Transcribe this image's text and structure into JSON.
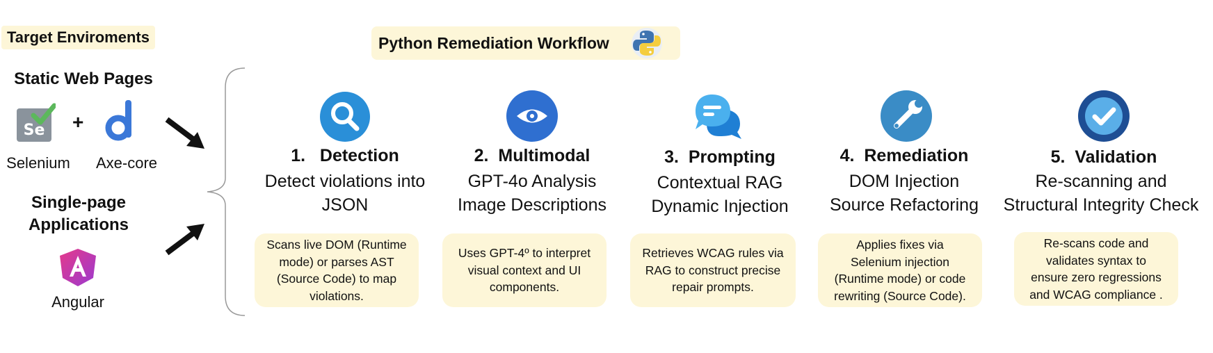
{
  "environments": {
    "label": "Target Enviroments",
    "static": {
      "title": "Static Web Pages",
      "plus": "+",
      "selenium_label": "Selenium",
      "selenium_mark": "Se",
      "axe_label": "Axe-core"
    },
    "spa": {
      "title_line1": "Single-page",
      "title_line2": "Applications",
      "angular_label": "Angular"
    }
  },
  "workflow": {
    "title": "Python Remediation Workflow",
    "steps": [
      {
        "number": "1.",
        "name": "Detection",
        "sub": [
          "Detect violations into",
          "JSON"
        ],
        "box": [
          "Scans live DOM (Runtime",
          "mode) or parses AST",
          "(Source Code) to map",
          "violations."
        ],
        "icon": "magnifier-icon"
      },
      {
        "number": "2.",
        "name": "Multimodal",
        "sub": [
          "GPT-4o Analysis",
          "Image Descriptions"
        ],
        "box": [
          "Uses GPT-4º to interpret",
          "visual context and UI",
          "components."
        ],
        "icon": "eye-icon"
      },
      {
        "number": "3.",
        "name": "Prompting",
        "sub": [
          "Contextual RAG",
          "Dynamic Injection"
        ],
        "box": [
          "Retrieves WCAG rules via",
          "RAG to construct precise",
          "repair prompts."
        ],
        "icon": "chat-bubbles-icon"
      },
      {
        "number": "4.",
        "name": "Remediation",
        "sub": [
          "DOM Injection",
          "Source Refactoring"
        ],
        "box": [
          "Applies fixes via",
          "Selenium injection",
          "(Runtime mode) or code",
          "rewriting (Source Code)."
        ],
        "icon": "wrench-icon"
      },
      {
        "number": "5.",
        "name": "Validation",
        "sub": [
          "Re-scanning and",
          "Structural Integrity Check"
        ],
        "box": [
          "Re-scans code and",
          "validates syntax to",
          "ensure zero regressions",
          "and WCAG compliance ."
        ],
        "icon": "checkmark-badge-icon"
      }
    ]
  },
  "colors": {
    "tag_background": "#fdf6d8",
    "detection_blue": "#2a8fd8",
    "multimodal_blue": "#2f6fd0",
    "prompting_blue": "#4ab0ee",
    "remediation_blue": "#3a8cc6",
    "validation_navy": "#1e4e94",
    "angular_magenta": "#d6339c",
    "axe_blue": "#3b78d8"
  }
}
